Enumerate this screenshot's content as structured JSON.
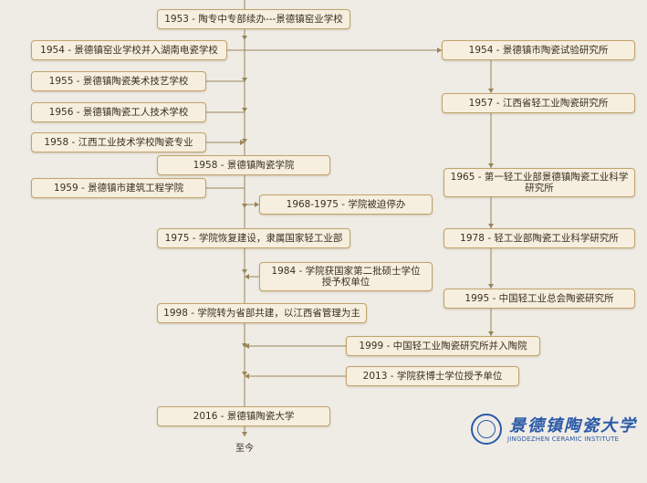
{
  "timeline": {
    "end_label": "至今",
    "nodes": [
      {
        "id": "n1953",
        "text": "1953  -  陶专中专部续办---景德镇窑业学校"
      },
      {
        "id": "n1954a",
        "text": "1954  -  景德镇窑业学校并入湖南电瓷学校"
      },
      {
        "id": "n1955",
        "text": "1955  -  景德镇陶瓷美术技艺学校"
      },
      {
        "id": "n1956",
        "text": "1956  -  景德镇陶瓷工人技术学校"
      },
      {
        "id": "n1958a",
        "text": "1958  -  江西工业技术学校陶瓷专业"
      },
      {
        "id": "n1958b",
        "text": "1958  -  景德镇陶瓷学院"
      },
      {
        "id": "n1959",
        "text": "1959  -  景德镇市建筑工程学院"
      },
      {
        "id": "n1968",
        "text": "1968-1975  -  学院被迫停办"
      },
      {
        "id": "n1975",
        "text": "1975  -  学院恢复建设，隶属国家轻工业部"
      },
      {
        "id": "n1984",
        "text": "1984  -  学院获国家第二批硕士学位\n授予权单位"
      },
      {
        "id": "n1998",
        "text": "1998  -  学院转为省部共建，以江西省管理为主"
      },
      {
        "id": "n1999",
        "text": "1999  -  中国轻工业陶瓷研究所并入陶院"
      },
      {
        "id": "n2013",
        "text": "2013  -  学院获博士学位授予单位"
      },
      {
        "id": "n2016",
        "text": "2016  -  景德镇陶瓷大学"
      },
      {
        "id": "r1954",
        "text": "1954  -  景德镇市陶瓷试验研究所"
      },
      {
        "id": "r1957",
        "text": "1957  -  江西省轻工业陶瓷研究所"
      },
      {
        "id": "r1965",
        "text": "1965  -  第一轻工业部景德镇陶瓷工业科学\n研究所"
      },
      {
        "id": "r1978",
        "text": "1978  -  轻工业部陶瓷工业科学研究所"
      },
      {
        "id": "r1995",
        "text": "1995  -  中国轻工业总会陶瓷研究所"
      }
    ]
  },
  "logo": {
    "name_cn": "景德镇陶瓷大学",
    "name_en": "JINGDEZHEN CERAMIC INSTITUTE",
    "brand_color": "#2b5aa8"
  },
  "colors": {
    "line": "#9a8456",
    "box_border": "#c2a36a",
    "box_fill": "#f6efdf"
  }
}
